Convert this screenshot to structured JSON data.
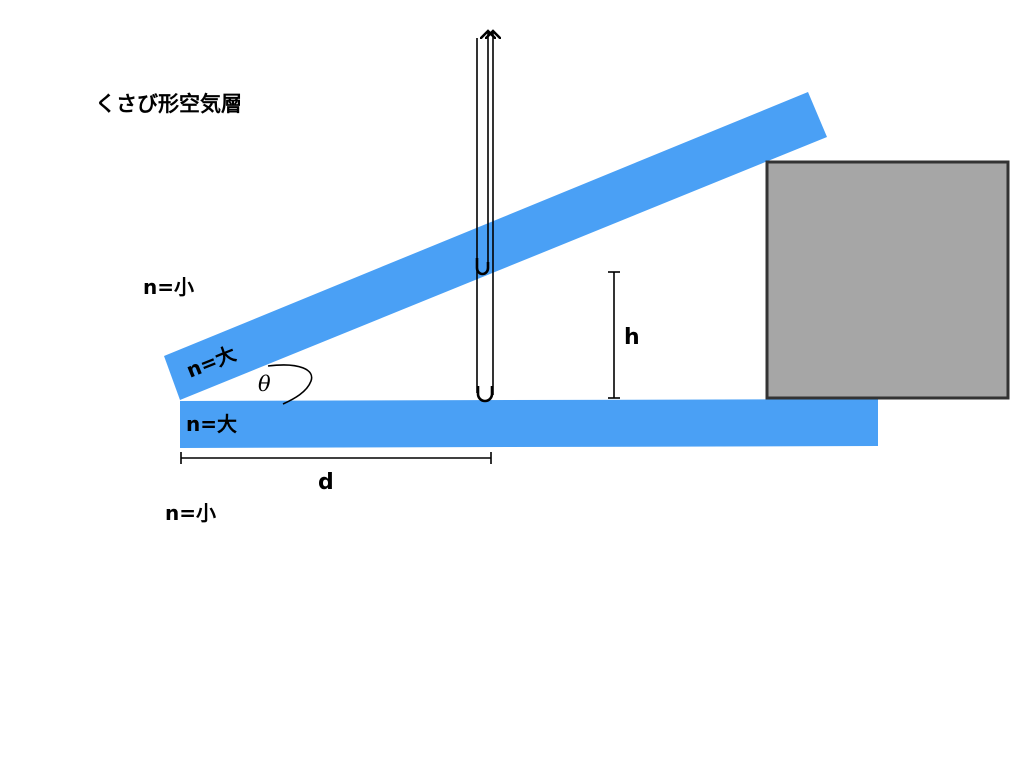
{
  "title": "くさび形空気層",
  "labels": {
    "n_small_top": "n=小",
    "n_large_upper_plate": "n=大",
    "n_large_lower_plate": "n=大",
    "n_small_bottom": "n=小",
    "angle": "θ",
    "height": "h",
    "distance": "d"
  },
  "colors": {
    "glass": "#4aa0f5",
    "block_fill": "#a6a6a6",
    "block_stroke": "#333333",
    "line": "#000000"
  }
}
